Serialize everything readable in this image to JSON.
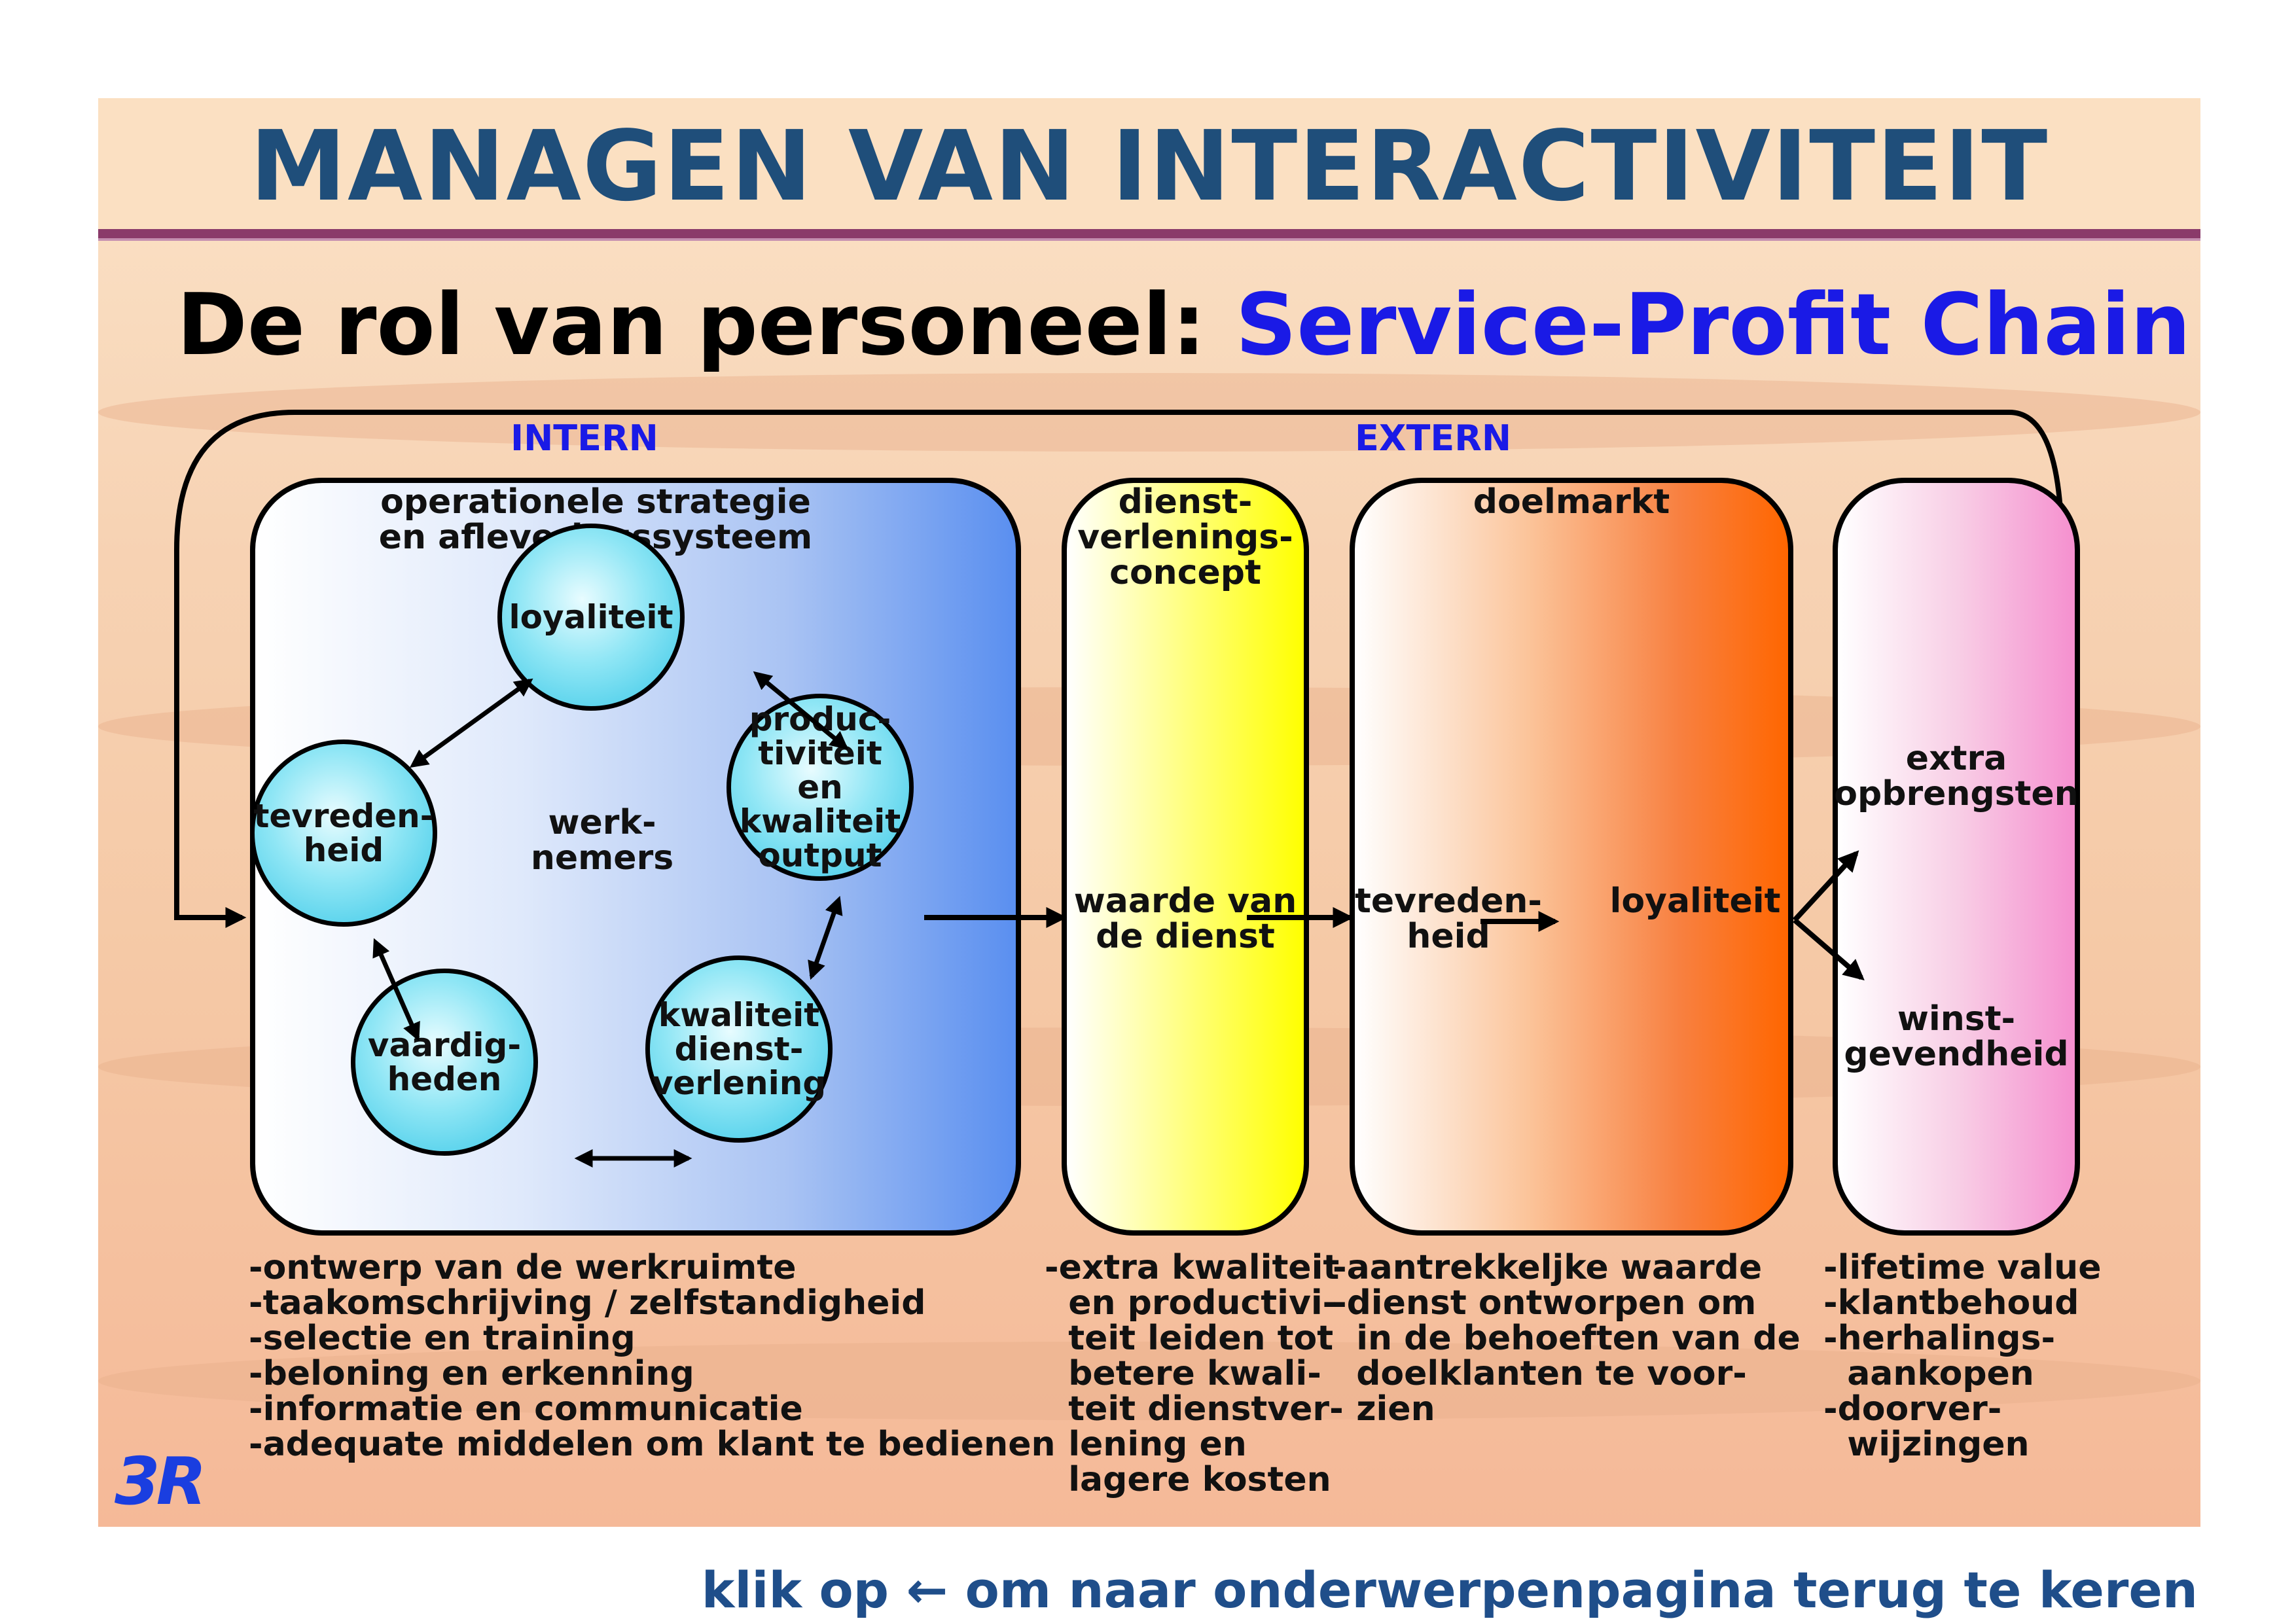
{
  "header": {
    "title": "MANAGEN VAN INTERACTIVITEIT"
  },
  "subtitle": {
    "prefix": "De rol van personeel: ",
    "highlight": "Service-Profit Chain"
  },
  "sections": {
    "intern": "INTERN",
    "extern": "EXTERN"
  },
  "panel_intern": {
    "title": "operationele strategie\nen afleveringssysteem",
    "center_label": "werk-\nnemers",
    "circles": {
      "loyalty": "loyaliteit",
      "productivity": "produc-\ntiviteit  en\nkwaliteit\noutput",
      "service_quality": "kwaliteit\ndienst-\nverlening",
      "skills": "vaardig-\nheden",
      "satisfaction": "tevreden-\nheid"
    }
  },
  "panel_concept": {
    "title": "dienst-\nverlenings-\nconcept",
    "value_label": "waarde van\nde dienst"
  },
  "panel_market": {
    "title": "doelmarkt",
    "satisfaction": "tevreden-\nheid",
    "loyalty": "loyaliteit"
  },
  "panel_outcomes": {
    "revenue": "extra\nopbrengsten",
    "profit": "winst-\ngevendheid"
  },
  "bullets": {
    "intern": "-ontwerp van de werkruimte\n-taakomschrijving / zelfstandigheid\n-selectie en training\n-beloning en erkenning\n-informatie en communicatie\n-adequate middelen om klant te bedienen",
    "concept": "-extra kwaliteit\n  en productivi-\n  teit leiden tot\n  betere kwali-\n  teit dienstver-\n  lening en\n  lagere kosten",
    "market": "-aantrekkeljke waarde\n-dienst ontworpen om\n  in de behoeften van de\n  doelklanten te voor-\n  zien",
    "outcomes": "-lifetime value\n-klantbehoud\n-herhalings-\n  aankopen\n-doorver-\n  wijzingen"
  },
  "logo": "3R",
  "footer": {
    "text": "klik op ← om naar onderwerpenpagina terug te keren"
  },
  "colors": {
    "title_blue": "#1f4e7a",
    "accent_blue": "#1a1ae6",
    "header_rule": "#8a3a6a"
  }
}
